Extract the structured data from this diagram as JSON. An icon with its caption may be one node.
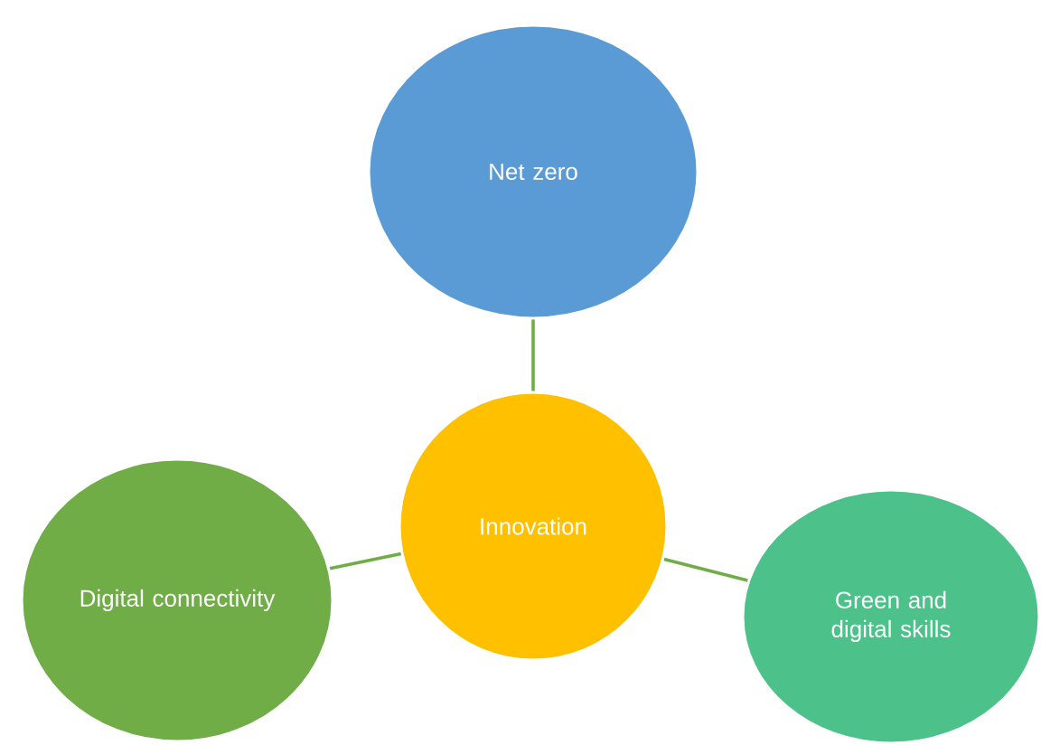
{
  "diagram": {
    "nodes": [
      {
        "text": [
          "Net zero"
        ]
      },
      {
        "text": [
          "Innovation"
        ]
      },
      {
        "text": [
          "Digital connectivity"
        ]
      },
      {
        "text": [
          "Green and digital skills"
        ]
      }
    ],
    "edges": [
      {
        "from": 1,
        "to": 0,
        "arrow": "none"
      },
      {
        "from": 1,
        "to": 2,
        "arrow": "none"
      },
      {
        "from": 1,
        "to": 3,
        "arrow": "none"
      }
    ]
  }
}
